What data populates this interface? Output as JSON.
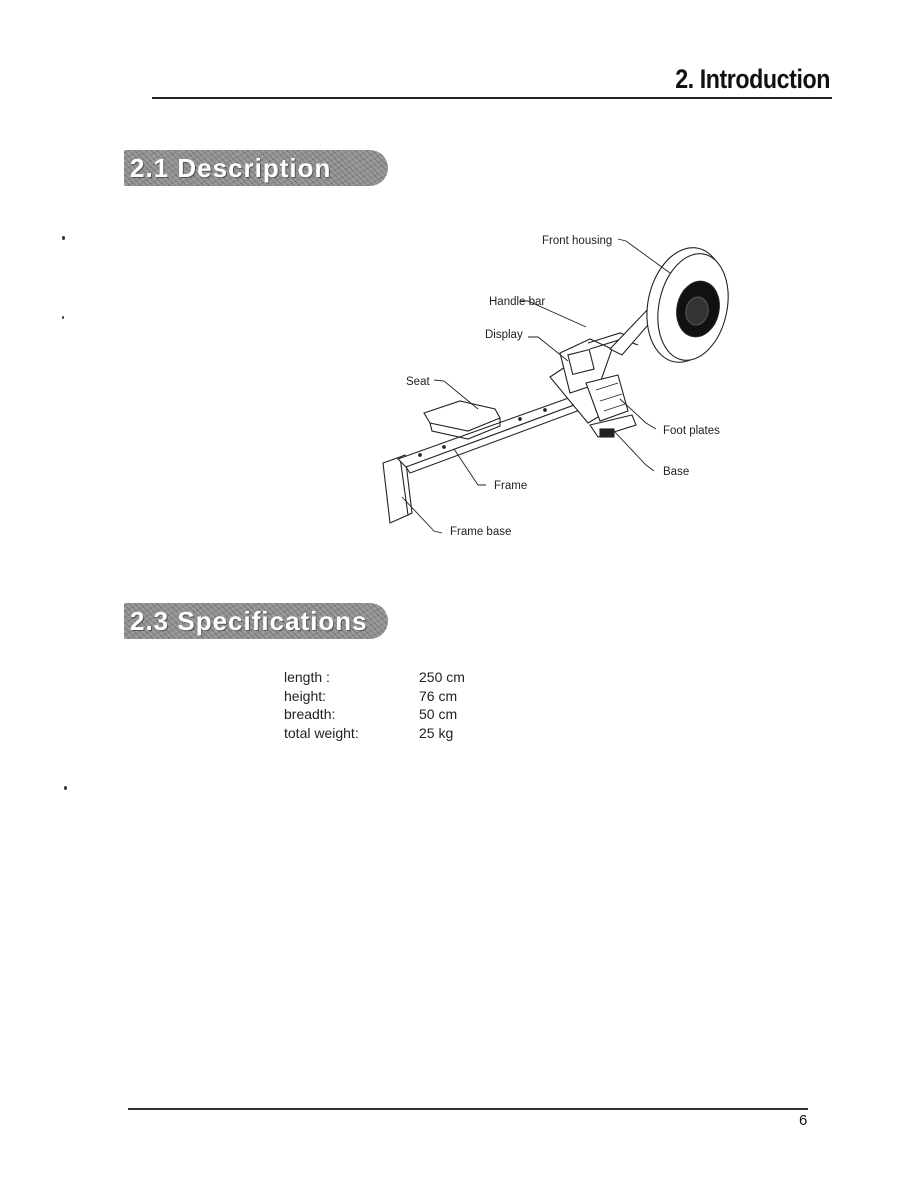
{
  "header": {
    "title": "2. Introduction"
  },
  "sections": [
    {
      "banner_text": "2.1 Description"
    },
    {
      "banner_text": "2.3 Specifications"
    }
  ],
  "diagram": {
    "labels": {
      "front_housing": "Front housing",
      "handle_bar": "Handle bar",
      "display": "Display",
      "seat": "Seat",
      "foot_plates": "Foot plates",
      "base": "Base",
      "frame": "Frame",
      "frame_base": "Frame base"
    }
  },
  "specifications": [
    {
      "label": "length :",
      "value": "250 cm"
    },
    {
      "label": "height:",
      "value": "76 cm"
    },
    {
      "label": "breadth:",
      "value": "50 cm"
    },
    {
      "label": "total weight:",
      "value": "25 kg"
    }
  ],
  "footer": {
    "page_number": "6"
  }
}
